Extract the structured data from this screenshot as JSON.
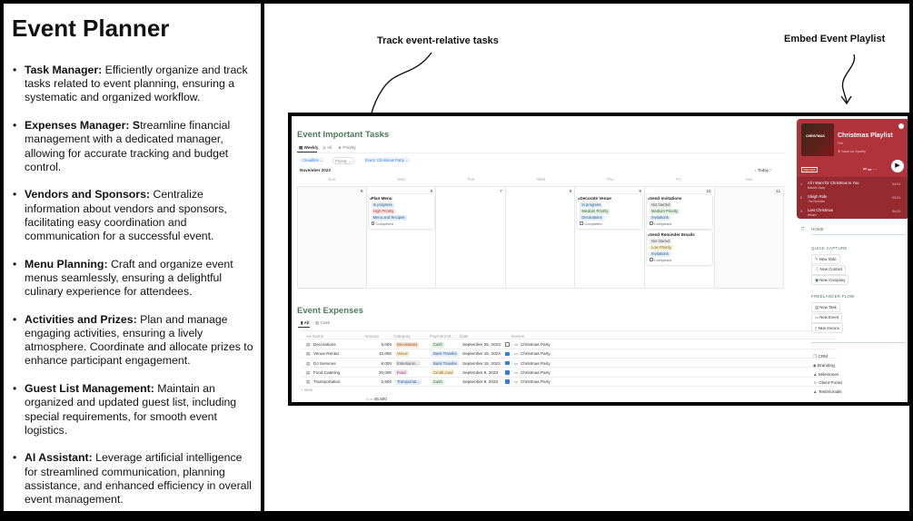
{
  "left": {
    "title": "Event Planner",
    "features": [
      {
        "title": "Task Manager:",
        "text": " Efficiently organize and track tasks related to event planning, ensuring a systematic and organized workflow."
      },
      {
        "title": "Expenses Manager: S",
        "text": "treamline financial management with a dedicated manager, allowing for accurate tracking and budget control."
      },
      {
        "title": "Vendors and Sponsors:",
        "text": " Centralize information about vendors and sponsors, facilitating easy coordination and communication for a successful event."
      },
      {
        "title": "Menu Planning:",
        "text": " Craft and organize event menus seamlessly, ensuring a delightful culinary experience for attendees."
      },
      {
        "title": "Activities and Prizes:",
        "text": " Plan and manage engaging activities, ensuring a lively atmosphere. Coordinate and allocate prizes to enhance participant engagement."
      },
      {
        "title": "Guest List Management:",
        "text": " Maintain an organized and updated guest list, including special requirements, for smooth event logistics."
      },
      {
        "title": "AI Assistant:",
        "text": " Leverage artificial intelligence for streamlined communication, planning assistance, and enhanced efficiency in overall event management."
      }
    ]
  },
  "annotations": {
    "tasks": "Track event-relative tasks",
    "playlist": "Embed Event Playlist"
  },
  "tasks": {
    "title": "Event Important Tasks",
    "tabs": [
      "Weekly",
      "All",
      "Priority"
    ],
    "filters": [
      "↑ Deadline ⌄",
      "Priority ⌄",
      "Event: Christmas Party ⌄"
    ],
    "month": "November 2023",
    "today": "Today",
    "days": [
      "Sun",
      "Mon",
      "Tue",
      "Wed",
      "Thu",
      "Fri",
      "Sat"
    ],
    "dates": [
      "5",
      "6",
      "7",
      "8",
      "9",
      "10",
      "11"
    ],
    "cards": [
      {
        "title": "Plan Menu",
        "status": "In progress",
        "priority": "High Priority",
        "tag": "Menu and Recipes",
        "completed": "Completed"
      },
      {
        "title": "Decorate Venue",
        "status": "In progress",
        "priority": "Medium Priority",
        "tag": "Decorations",
        "completed": "Completed"
      },
      {
        "title": "Send Invitations",
        "status": "Not started",
        "priority": "Medium Priority",
        "tag": "Invitations",
        "completed": "Completed"
      },
      {
        "title": "Send Reminder Emails",
        "status": "Not started",
        "priority": "Low Priority",
        "tag": "Invitations",
        "completed": "Completed"
      }
    ]
  },
  "expenses": {
    "title": "Event Expenses",
    "tabs": [
      "All",
      "Cash"
    ],
    "columns": [
      "Aa Name",
      "Amount",
      "Category",
      "Payment M...",
      "Date",
      "",
      "Events"
    ],
    "rows": [
      {
        "name": "Decorations",
        "amount": "5,000",
        "category": "Decorations",
        "payment": "Cash",
        "date": "September 25, 2023",
        "paid": false,
        "event": "Christmas Party"
      },
      {
        "name": "Venue Rental",
        "amount": "10,000",
        "category": "Venue",
        "payment": "Bank Transfer",
        "date": "September 15, 2023",
        "paid": true,
        "event": "Christmas Party"
      },
      {
        "name": "DJ Services",
        "amount": "8,000",
        "category": "Entertainm...",
        "payment": "Bank Transfer",
        "date": "September 15, 2023",
        "paid": true,
        "event": "Christmas Party"
      },
      {
        "name": "Food Catering",
        "amount": "20,000",
        "category": "Food",
        "payment": "Credit Card",
        "date": "September 8, 2023",
        "paid": true,
        "event": "Christmas Party"
      },
      {
        "name": "Transportation",
        "amount": "2,500",
        "category": "Transportat...",
        "payment": "Cash",
        "date": "September 8, 2023",
        "paid": true,
        "event": "Christmas Party"
      }
    ],
    "new_label": "+ New",
    "sum_label": "SUM",
    "sum": "45,500"
  },
  "playlist": {
    "title": "Christmas Playlist",
    "owner": "Filtr",
    "save": "Save on Spotify",
    "preview": "PREVIEW",
    "color": "#b0323a",
    "tracks": [
      {
        "n": "1",
        "title": "All I Want for Christmas Is You",
        "artist": "Mariah Carey",
        "time": "04:01"
      },
      {
        "n": "2",
        "title": "Sleigh Ride",
        "artist": "The Ronettes",
        "time": "03:01"
      },
      {
        "n": "3",
        "title": "Last Christmas",
        "artist": "Wham!",
        "time": "04:22"
      }
    ]
  },
  "sidebar": {
    "home": "HOME",
    "quick_capture": "QUICK CAPTURE",
    "quick": [
      "New Note",
      "New Contact",
      "New Company"
    ],
    "freelancer": "FREELANCER FLOW",
    "flow": [
      "New Task",
      "New Event",
      "New Invoice"
    ],
    "links": [
      "CRM",
      "Branding",
      "Milestones",
      "Client Portal",
      "Testimonials"
    ]
  }
}
